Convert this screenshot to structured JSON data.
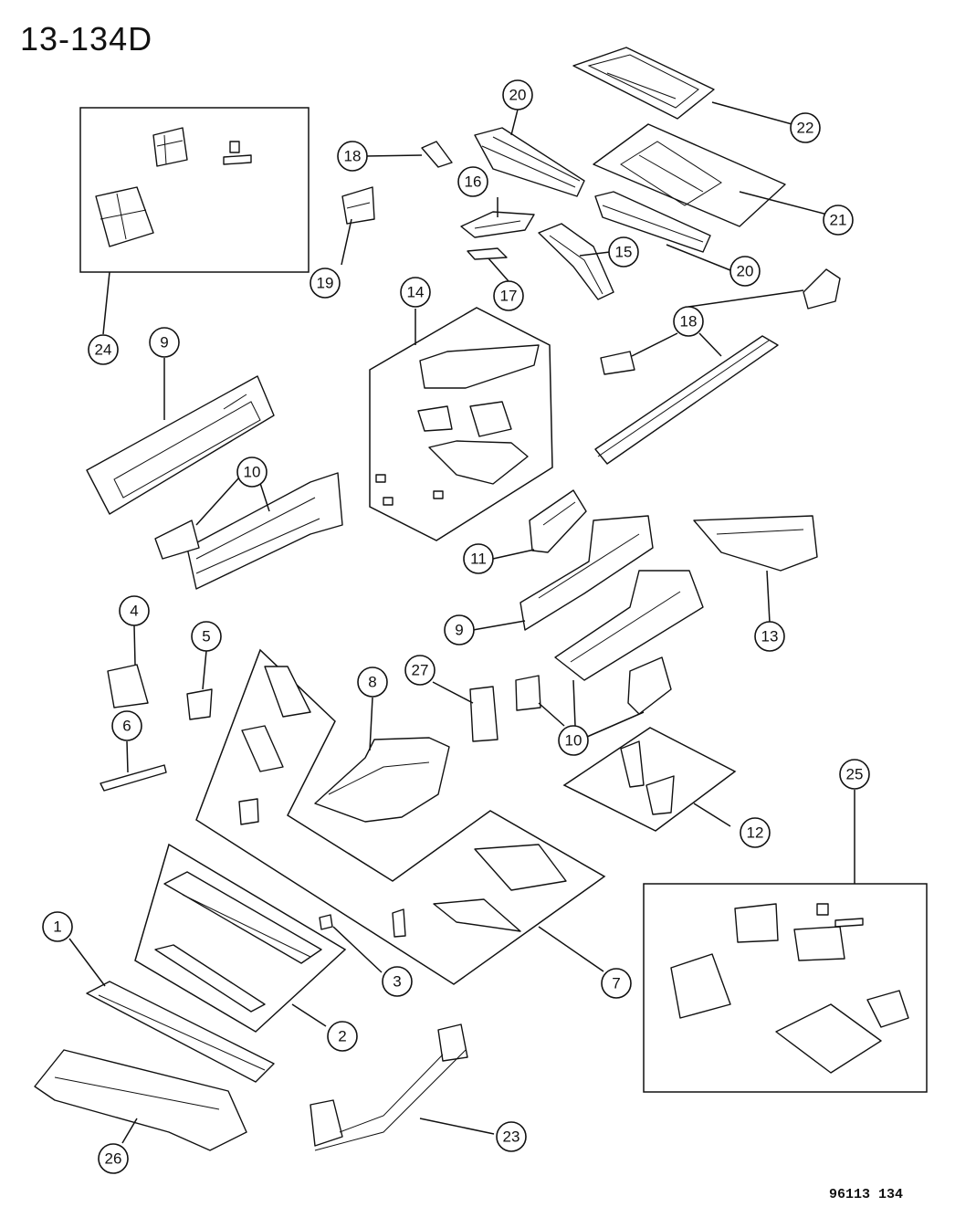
{
  "header": {
    "diagram_id": "13-134D"
  },
  "footer": {
    "reference": "96113  134"
  },
  "callouts": [
    "1",
    "2",
    "3",
    "4",
    "5",
    "6",
    "7",
    "8",
    "9",
    "9",
    "10",
    "10",
    "11",
    "12",
    "13",
    "14",
    "15",
    "16",
    "17",
    "18",
    "18",
    "19",
    "20",
    "20",
    "21",
    "22",
    "23",
    "24",
    "25",
    "26",
    "27"
  ]
}
